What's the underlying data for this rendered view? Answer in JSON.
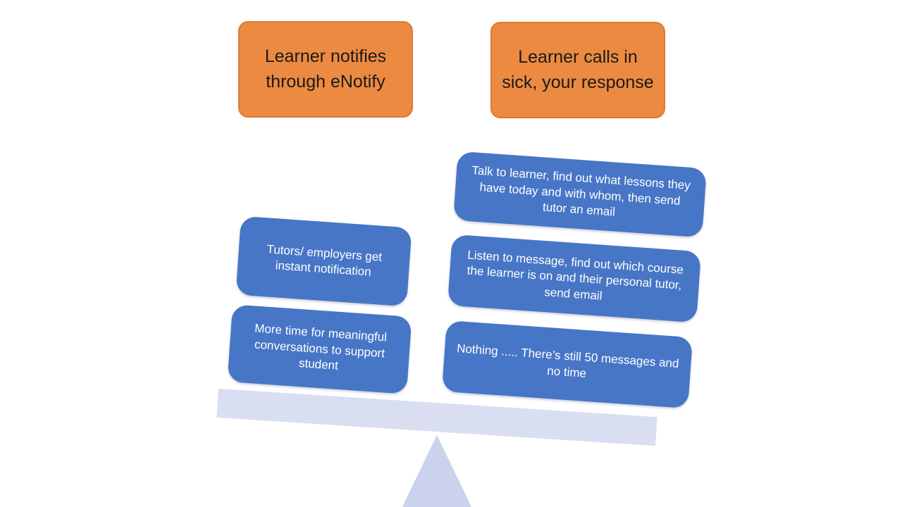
{
  "diagram": {
    "headers": {
      "left": {
        "text": "Learner notifies through eNotify"
      },
      "right": {
        "text": "Learner calls in sick, your response"
      }
    },
    "enotify_items": [
      {
        "text": "Tutors/ employers get instant notification"
      },
      {
        "text": "More time for meaningful conversations to support student"
      }
    ],
    "manual_items": [
      {
        "text": "Talk to learner, find out what lessons they have today and with whom, then send tutor an email"
      },
      {
        "text": "Listen to message, find out which course the learner is on and their personal tutor, send email"
      },
      {
        "text": "Nothing ..... There’s still 50 messages and no time"
      }
    ],
    "colors": {
      "background": "#FFFFFF",
      "header_fill": "#EC8A42",
      "header_border": "#DC7A2F",
      "header_text": "#1A1A1A",
      "item_fill": "#4876C6",
      "item_text": "#FFFFFF",
      "beam_fill": "#D9DEF1",
      "fulcrum_fill": "#CBD3EC"
    }
  }
}
